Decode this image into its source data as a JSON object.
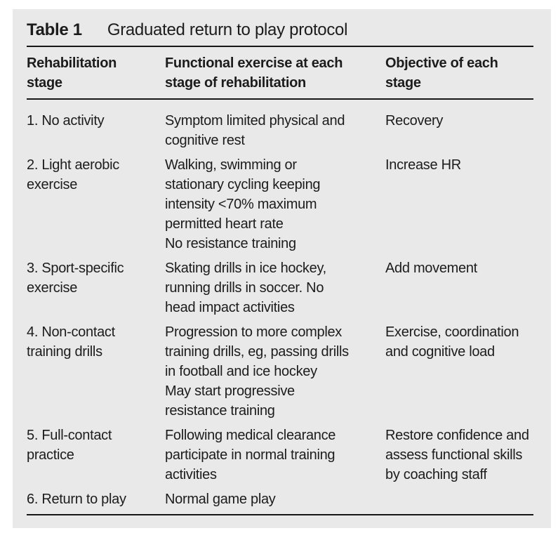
{
  "page": {
    "background": "#ffffff",
    "panel_background": "#e9e9e9",
    "text_color": "#1c1c1c",
    "rule_color": "#161616"
  },
  "title": {
    "label": "Table 1",
    "text": "Graduated return to play protocol"
  },
  "table": {
    "headers": [
      [
        "Rehabilitation",
        "stage"
      ],
      [
        "Functional exercise at each",
        "stage of rehabilitation"
      ],
      [
        "Objective of each",
        "stage"
      ]
    ],
    "rows": [
      [
        [
          "1. No activity"
        ],
        [
          "Symptom limited physical and",
          "cognitive rest"
        ],
        [
          "Recovery"
        ]
      ],
      [
        [
          "2. Light aerobic",
          "exercise"
        ],
        [
          "Walking, swimming or",
          "stationary cycling keeping",
          "intensity <70% maximum",
          "permitted heart rate",
          "No resistance training"
        ],
        [
          "Increase HR"
        ]
      ],
      [
        [
          "3. Sport-specific",
          "exercise"
        ],
        [
          "Skating drills in ice hockey,",
          "running drills in soccer. No",
          "head impact activities"
        ],
        [
          "Add movement"
        ]
      ],
      [
        [
          "4. Non-contact",
          "training drills"
        ],
        [
          "Progression to more complex",
          "training drills, eg, passing drills",
          "in football and ice hockey",
          "May start progressive",
          "resistance training"
        ],
        [
          "Exercise, coordination",
          "and cognitive load"
        ]
      ],
      [
        [
          "5. Full-contact",
          "practice"
        ],
        [
          "Following medical clearance",
          "participate in normal training",
          "activities"
        ],
        [
          "Restore confidence and",
          "assess functional skills",
          "by coaching staff"
        ]
      ],
      [
        [
          "6. Return to play"
        ],
        [
          "Normal game play"
        ],
        []
      ]
    ]
  }
}
